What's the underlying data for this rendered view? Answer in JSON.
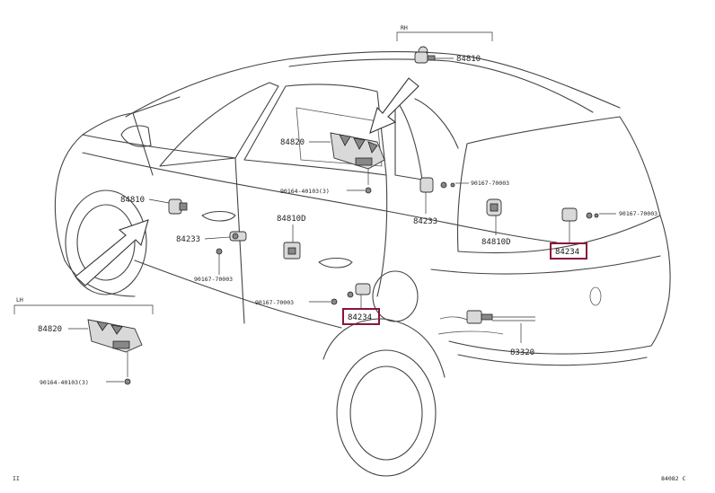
{
  "labels": {
    "p84810_top": "84810",
    "p84820_center": "84820",
    "p90164_center": "90164-40103(3)",
    "p84810_left": "84810",
    "p84233_left": "84233",
    "p90167_left": "90167-70003",
    "p84810d": "84810D",
    "p90167_mid": "90167-70003",
    "p84234_mid": "84234",
    "p90167_right_top": "90167-70003",
    "p84233_right": "84233",
    "p84810d_right": "84810D",
    "p90167_right": "90167-70003",
    "p84234_right": "84234",
    "p83320": "83320",
    "p84820_inset": "84820",
    "p90164_inset": "90164-40103(3)"
  },
  "inset_tags": {
    "top": "RH",
    "left": "LH"
  },
  "footer": {
    "left_mark": "II",
    "figure_code": "84082 C"
  },
  "colors": {
    "highlight_box": "#8b1538",
    "line": "#333333"
  }
}
